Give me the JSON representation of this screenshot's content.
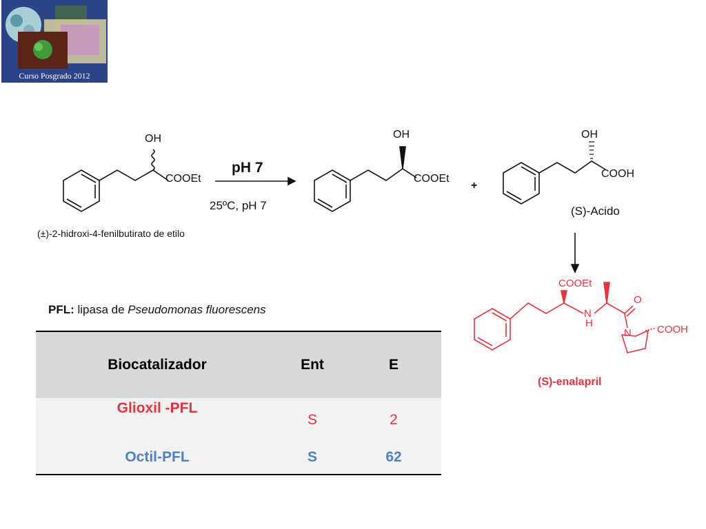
{
  "logo": {
    "caption": "Curso Posgrado 2012"
  },
  "scheme": {
    "oh": "OH",
    "cooet": "COOEt",
    "cooh": "COOH",
    "arrow_top": "pH 7",
    "arrow_bottom": "25ºC, pH 7",
    "plus": "+",
    "acid_label": "(S)-Acido",
    "substrate_label": "(±)-2-hidroxi-4-fenilbutirato de etilo",
    "n": "N",
    "nh_n": "N",
    "nh_h": "H",
    "o": "O",
    "enalapril_label": "(S)-enalapril"
  },
  "pfl": {
    "bold": "PFL:",
    "text": " lipasa de ",
    "italic": "Pseudomonas fluorescens"
  },
  "colors": {
    "red": "#e8323e",
    "blue": "#4f81bd",
    "header": "#d9d9d9",
    "body": "#f2f2f2"
  },
  "table": {
    "headers": [
      "Biocatalizador",
      "Ent",
      "E"
    ],
    "rows": [
      {
        "name": "Glioxil -PFL",
        "ent": "S",
        "e": "2"
      },
      {
        "name": "Octil-PFL",
        "ent": "S",
        "e": "62"
      }
    ]
  }
}
